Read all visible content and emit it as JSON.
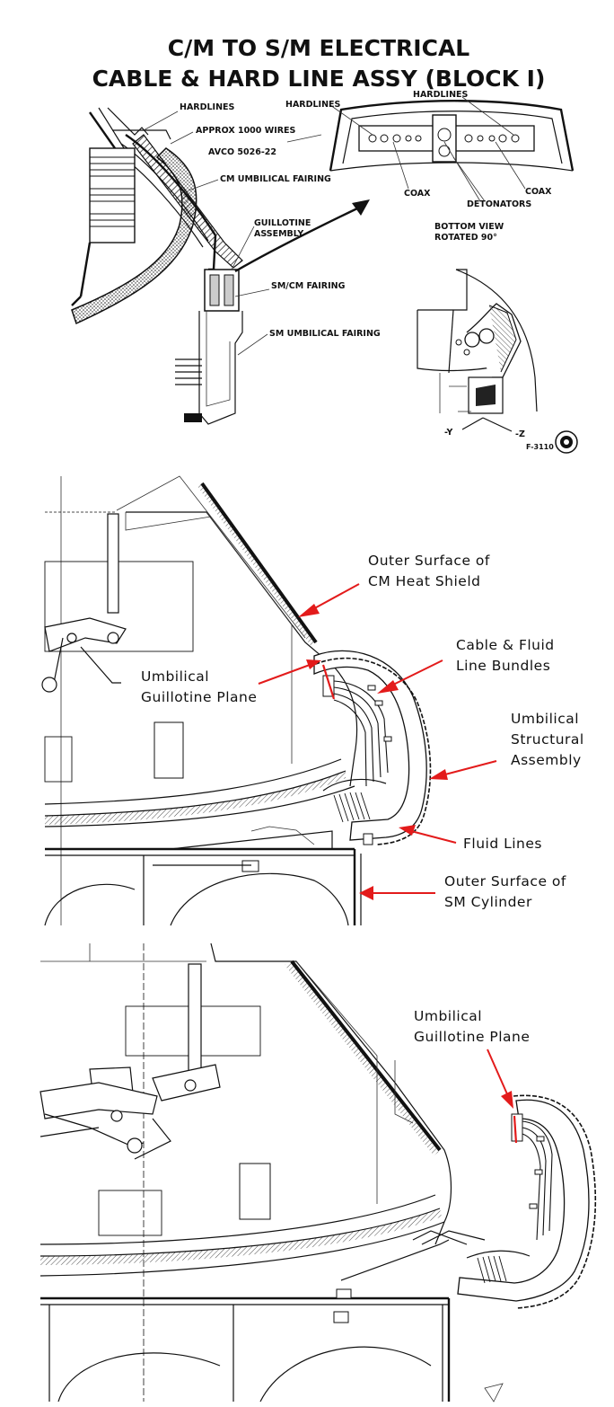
{
  "panel1": {
    "title_line1": "C/M TO S/M ELECTRICAL",
    "title_line2": "CABLE & HARD LINE ASSY (BLOCK I)",
    "labels": {
      "hardlines_left": "HARDLINES",
      "approx_wires": "APPROX 1000 WIRES",
      "avco": "AVCO 5026-22",
      "cm_umbilical_fairing": "CM UMBILICAL FAIRING",
      "guillotine_assembly_1": "GUILLOTINE",
      "guillotine_assembly_2": "ASSEMBLY",
      "sm_cm_fairing": "SM/CM FAIRING",
      "sm_umbilical_fairing": "SM UMBILICAL FAIRING",
      "hardlines_mid": "HARDLINES",
      "hardlines_right": "HARDLINES",
      "coax_left": "COAX",
      "coax_right": "COAX",
      "detonators": "DETONATORS",
      "bottom_view_1": "BOTTOM VIEW",
      "bottom_view_2": "ROTATED 90°",
      "axis_y": "-Y",
      "axis_z": "-Z",
      "figure_code": "F-3110"
    }
  },
  "panel2": {
    "labels": {
      "heat_shield_1": "Outer Surface of",
      "heat_shield_2": "CM Heat Shield",
      "cable_bundles_1": "Cable & Fluid",
      "cable_bundles_2": "Line Bundles",
      "guillotine_1": "Umbilical",
      "guillotine_2": "Guillotine Plane",
      "structural_1": "Umbilical",
      "structural_2": "Structural",
      "structural_3": "Assembly",
      "fluid_lines": "Fluid Lines",
      "sm_cylinder_1": "Outer Surface of",
      "sm_cylinder_2": "SM Cylinder"
    }
  },
  "panel3": {
    "labels": {
      "guillotine_1": "Umbilical",
      "guillotine_2": "Guillotine Plane"
    }
  },
  "colors": {
    "annotation_arrow": "#e31b1b",
    "line_art": "#111111",
    "background": "#ffffff"
  }
}
